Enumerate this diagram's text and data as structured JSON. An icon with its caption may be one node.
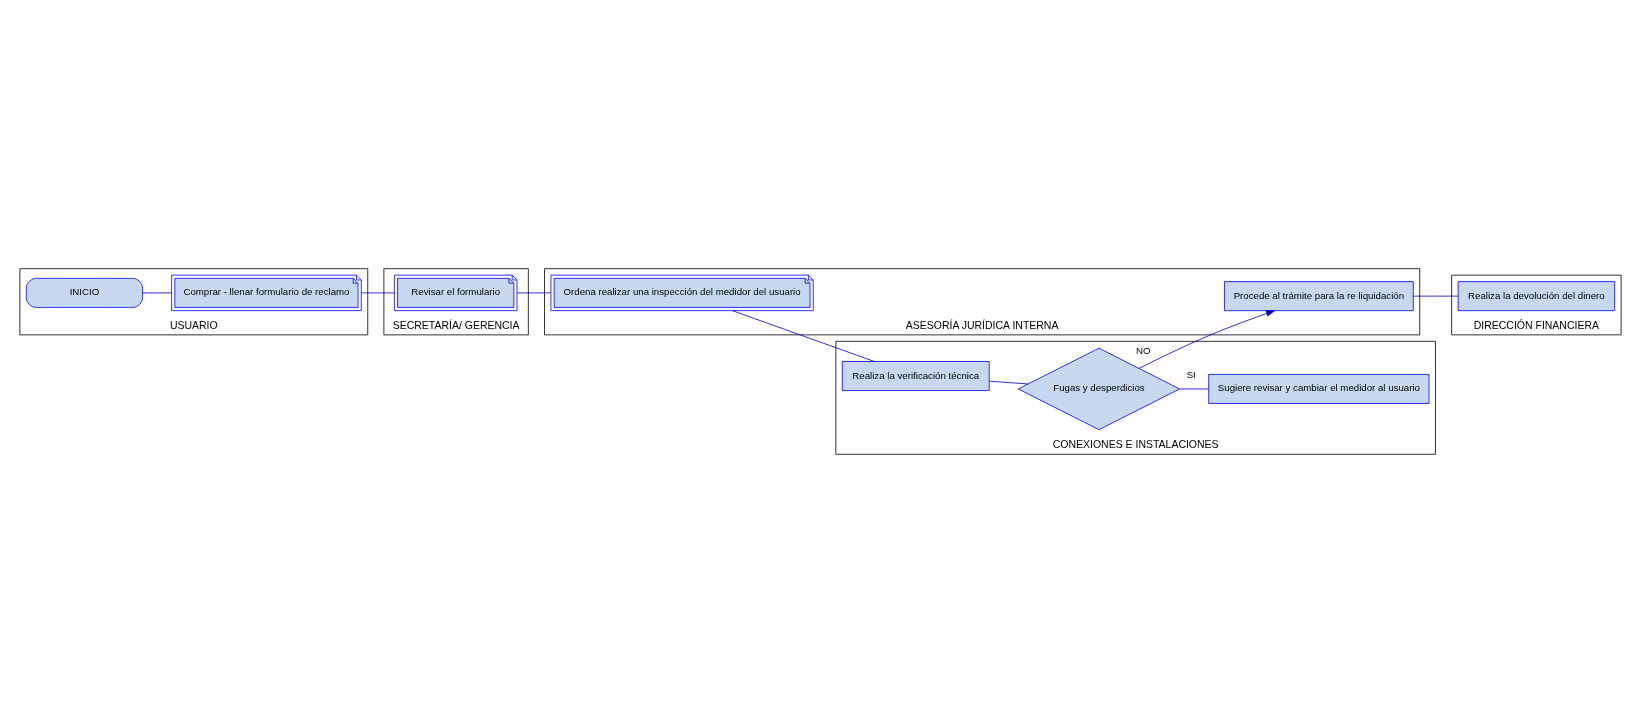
{
  "diagram": {
    "nodes": [
      {
        "text": [
          "USUARIO"
        ]
      },
      {
        "text": [
          "SECRETARÍA/ GERENCIA"
        ]
      },
      {
        "text": [
          "ASESORÍA JURÍDICA INTERNA"
        ]
      },
      {
        "text": [
          "CONEXIONES E INSTALACIONES"
        ]
      },
      {
        "text": [
          "DIRECCIÓN FINANCIERA"
        ]
      },
      {
        "text": [
          "INICIO"
        ],
        "in": 0
      },
      {
        "text": [
          "Comprar - llenar formulario de reclamo"
        ],
        "in": 0
      },
      {
        "text": [
          "Revisar el formulario"
        ],
        "in": 1
      },
      {
        "text": [
          "Ordena realizar una inspección del medidor del usuario"
        ],
        "in": 2
      },
      {
        "text": [
          "Realiza la verificación técnica"
        ],
        "in": 3
      },
      {
        "text": [
          "Fugas y desperdicios"
        ],
        "in": 3
      },
      {
        "text": [
          "Procede al trámite para la re liquidación"
        ],
        "in": 2
      },
      {
        "text": [
          "Sugiere revisar y cambiar el medidor al usuario"
        ],
        "in": 3
      },
      {
        "text": [
          "Realiza la devolución del dinero"
        ],
        "in": 4
      }
    ],
    "edges": [
      {
        "from": 5,
        "to": 6,
        "arrow": "none"
      },
      {
        "from": 6,
        "to": 7,
        "arrow": "none"
      },
      {
        "from": 7,
        "to": 8,
        "arrow": "none"
      },
      {
        "from": 8,
        "to": 9,
        "arrow": "none"
      },
      {
        "from": 9,
        "to": 10,
        "arrow": "none"
      },
      {
        "from": 10,
        "to": 11,
        "arrow": "to",
        "label": "NO"
      },
      {
        "from": 10,
        "to": 12,
        "arrow": "none",
        "label": "SI"
      },
      {
        "from": 11,
        "to": 13,
        "arrow": "none"
      }
    ]
  }
}
